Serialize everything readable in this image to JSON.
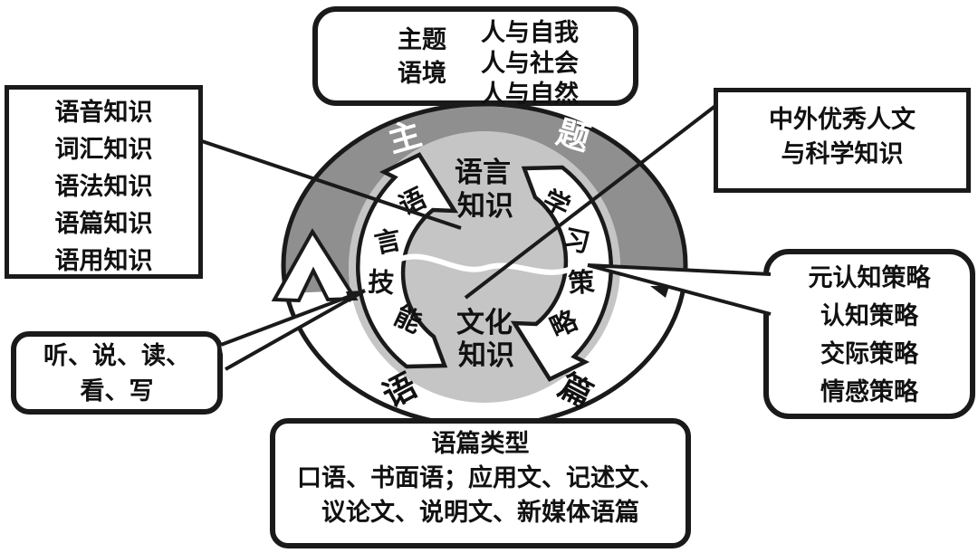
{
  "boxes": {
    "theme_context": {
      "label": [
        "主题",
        "语境"
      ],
      "items": [
        "人与自我",
        "人与社会",
        "人与自然"
      ]
    },
    "language_knowledge": {
      "items": [
        "语音知识",
        "词汇知识",
        "语法知识",
        "语篇知识",
        "语用知识"
      ]
    },
    "culture_knowledge": {
      "lines": [
        "中外优秀人文",
        "与科学知识"
      ]
    },
    "learning_strategies": {
      "items": [
        "元认知策略",
        "认知策略",
        "交际策略",
        "情感策略"
      ]
    },
    "language_skills": {
      "lines": [
        "听、说、读、",
        "看、写"
      ]
    },
    "discourse_types": {
      "title": "语篇类型",
      "lines": [
        "口语、书面语；应用文、记述文、",
        "议论文、说明文、新媒体语篇"
      ]
    }
  },
  "ring": {
    "theme_left": "主",
    "theme_right": "题",
    "discourse_left": "语",
    "discourse_right": "篇"
  },
  "inner": {
    "top_label": [
      "语言",
      "知识"
    ],
    "bottom_label": [
      "文化",
      "知识"
    ],
    "left_arrow_chars": [
      "语",
      "言",
      "技",
      "能"
    ],
    "right_arrow_chars": [
      "学",
      "习",
      "策",
      "略"
    ]
  },
  "colors": {
    "outline": "#1a1a1a",
    "ring_dark_gray": "#8f8f8f",
    "inner_disk_gray": "#c5c5c5",
    "white": "#ffffff"
  }
}
